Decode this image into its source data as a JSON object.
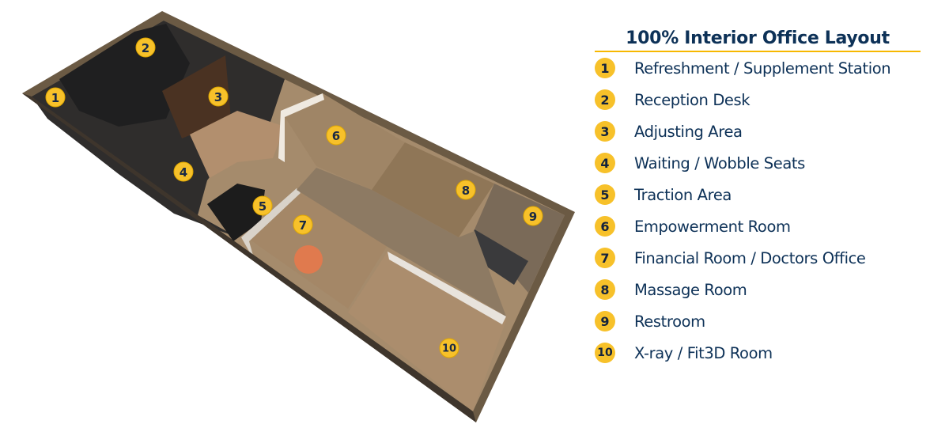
{
  "title": "100% Interior Office Layout",
  "accent_color": "#f7c12a",
  "text_color": "#0d3157",
  "rooms": [
    {
      "number": "1",
      "label": "Refreshment / Supplement Station"
    },
    {
      "number": "2",
      "label": "Reception Desk"
    },
    {
      "number": "3",
      "label": "Adjusting Area"
    },
    {
      "number": "4",
      "label": "Waiting / Wobble Seats"
    },
    {
      "number": "5",
      "label": "Traction Area"
    },
    {
      "number": "6",
      "label": "Empowerment Room"
    },
    {
      "number": "7",
      "label": "Financial Room / Doctors Office"
    },
    {
      "number": "8",
      "label": "Massage Room"
    },
    {
      "number": "9",
      "label": "Restroom"
    },
    {
      "number": "10",
      "label": "X-ray / Fit3D Room"
    }
  ]
}
